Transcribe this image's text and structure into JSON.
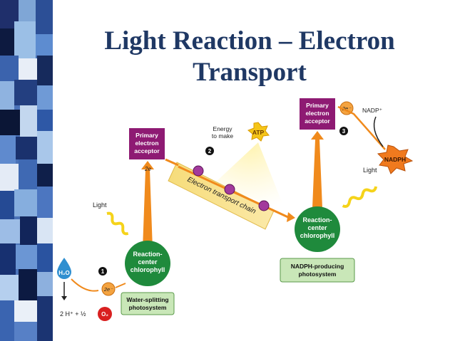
{
  "slide": {
    "title_line1": "Light Reaction – Electron",
    "title_line2": "Transport"
  },
  "diagram": {
    "primary_acceptor_left": [
      "Primary",
      "electron",
      "acceptor"
    ],
    "primary_acceptor_right": [
      "Primary",
      "electron",
      "acceptor"
    ],
    "reaction_center_left": [
      "Reaction-",
      "center",
      "chlorophyll"
    ],
    "reaction_center_right": [
      "Reaction-",
      "center",
      "chlorophyll"
    ],
    "water_splitting_label": [
      "Water-splitting",
      "photosystem"
    ],
    "nadph_photosystem_label": [
      "NADPH-producing",
      "photosystem"
    ],
    "electron_transport_chain": "Electron transport chain",
    "energy_to_make": [
      "Energy",
      "to make"
    ],
    "atp": "ATP",
    "nadp_plus": "NADP⁺",
    "nadph": "NADPH",
    "light_left": "Light",
    "light_right": "Light",
    "h2o": "H₂O",
    "o2": "O₂",
    "hydrogen_output": "2 H⁺ + ½",
    "electron_2e": "2e⁻",
    "electron_2e_short": "2e",
    "step_1": "1",
    "step_2": "2",
    "step_3": "3"
  },
  "colors": {
    "title": "#1f3864",
    "acceptor_box": "#8e1a73",
    "reaction_center": "#1f8a3c",
    "label_box_fill": "#c9e7b8",
    "arrow_orange": "#f08a1c",
    "etc_band": "#f7e08a",
    "atp_star": "#f5c518",
    "nadph_star": "#f07a1e",
    "water_drop": "#2f8fd0",
    "oxygen": "#d92020",
    "electron_bead": "#a23a9c"
  }
}
